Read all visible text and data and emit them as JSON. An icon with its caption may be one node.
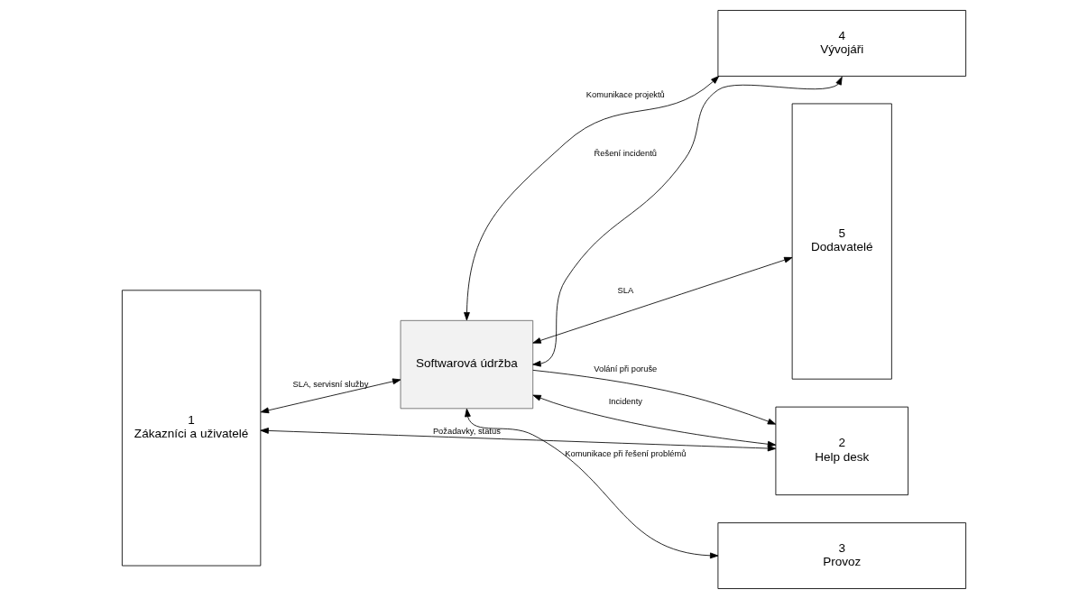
{
  "diagram": {
    "nodes": [
      {
        "text": [
          "1",
          "Zákazníci a uživatelé"
        ]
      },
      {
        "text": [
          "4",
          "Vývojáři"
        ]
      },
      {
        "text": [
          "5",
          "Dodavatelé"
        ]
      },
      {
        "text": [
          "Softwarová údržba"
        ]
      },
      {
        "text": [
          "2",
          "Help desk"
        ]
      },
      {
        "text": [
          "3",
          "Provoz"
        ]
      }
    ],
    "edges": [
      {
        "from": 0,
        "to": 3,
        "arrow": "both",
        "label": "SLA, servisní služby"
      },
      {
        "from": 1,
        "to": 3,
        "arrow": "both",
        "label": "Komunikace projektů"
      },
      {
        "from": 1,
        "to": 3,
        "arrow": "both",
        "label": "Řešení incidentů"
      },
      {
        "from": 3,
        "to": 2,
        "arrow": "both",
        "label": "SLA"
      },
      {
        "from": 3,
        "to": 4,
        "arrow": "to",
        "label": "Volání při poruše"
      },
      {
        "from": 3,
        "to": 4,
        "arrow": "both",
        "label": "Incidenty"
      },
      {
        "from": 0,
        "to": 4,
        "arrow": "both",
        "label": "Požadavky, status"
      },
      {
        "from": 3,
        "to": 5,
        "arrow": "both",
        "label": "Komunikace při řešení problémů"
      }
    ]
  }
}
